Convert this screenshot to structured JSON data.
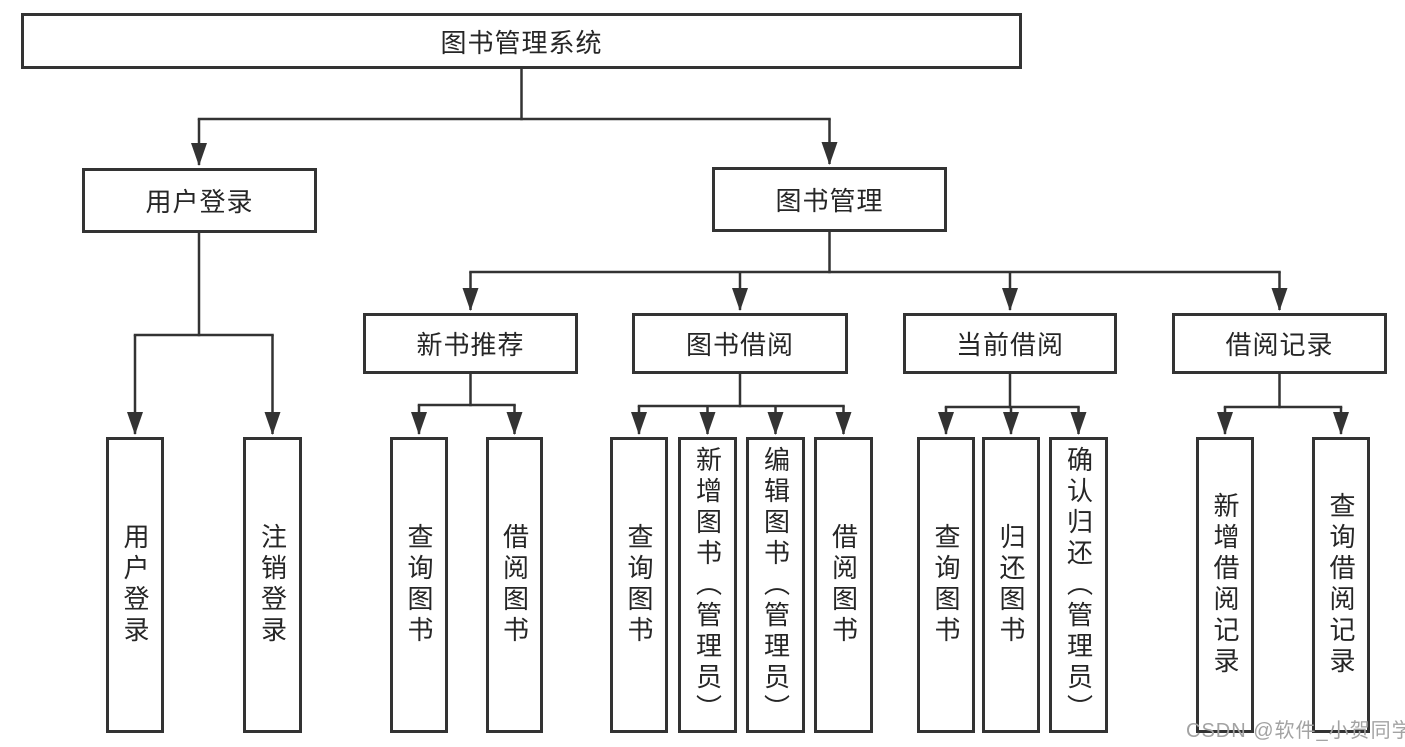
{
  "diagram": {
    "root": "图书管理系统",
    "level2": {
      "user_login": "用户登录",
      "book_management": "图书管理"
    },
    "level3": {
      "new_book_recommend": "新书推荐",
      "book_borrow": "图书借阅",
      "current_borrow": "当前借阅",
      "borrow_records": "借阅记录"
    },
    "leaves": {
      "user": [
        "用户登录",
        "注销登录"
      ],
      "recommend": [
        "查询图书",
        "借阅图书"
      ],
      "borrow": [
        "查询图书",
        "新增图书（管理员）",
        "编辑图书（管理员）",
        "借阅图书"
      ],
      "current": [
        "查询图书",
        "归还图书",
        "确认归还（管理员）"
      ],
      "records": [
        "新增借阅记录",
        "查询借阅记录"
      ]
    }
  },
  "watermark": {
    "text": "CSDN @软件_小贺同学"
  },
  "colors": {
    "line": "#333333",
    "text": "#262626",
    "watermark": "#a3a3a3",
    "background": "#ffffff"
  }
}
